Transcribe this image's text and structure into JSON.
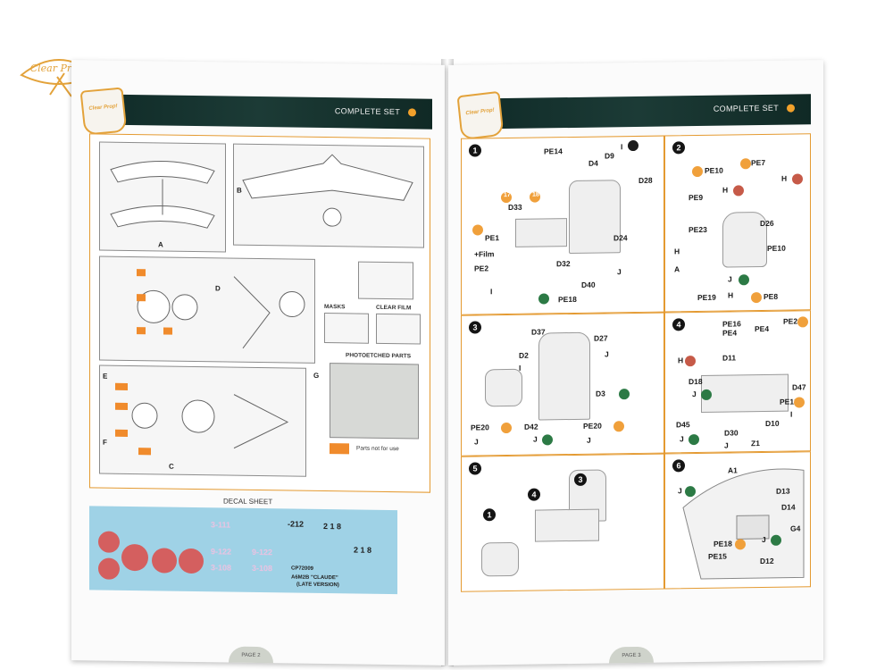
{
  "left_page": {
    "header_title": "COMPLETE SET",
    "sprue_letters": [
      "A",
      "B",
      "C",
      "D",
      "E",
      "F",
      "G"
    ],
    "masks_label": "MASKS",
    "clear_film_label": "CLEAR FILM",
    "photoetched_label": "PHOTOETCHED PARTS",
    "parts_note": "Parts not for use",
    "decal_label": "DECAL SHEET",
    "decal_texts": [
      "3-111",
      "9-122",
      "3-108",
      "9-122",
      "3-108",
      "2 1 8",
      "2 1 8",
      "-212",
      "CP72009",
      "A6M2B \"CLAUDE\"",
      "(LATE VERSION)"
    ],
    "page_number": "PAGE 2"
  },
  "right_page": {
    "header_title": "COMPLETE SET",
    "page_number": "PAGE 3",
    "steps": [
      {
        "num": "1",
        "labels": [
          "PE14",
          "D4",
          "D9",
          "I",
          "D28",
          "D33",
          "PE1",
          "+Film",
          "PE2",
          "D24",
          "D32",
          "D40",
          "PE18",
          "J",
          "I",
          "17",
          "18"
        ]
      },
      {
        "num": "2",
        "labels": [
          "PE7",
          "PE10",
          "H",
          "PE9",
          "H",
          "D26",
          "PE23",
          "H",
          "A",
          "PE10",
          "J",
          "PE19",
          "H",
          "PE8"
        ]
      },
      {
        "num": "3",
        "labels": [
          "D37",
          "D27",
          "D2",
          "J",
          "I",
          "D3",
          "PE20",
          "D42",
          "PE20",
          "J",
          "J",
          "J"
        ]
      },
      {
        "num": "4",
        "labels": [
          "PE16",
          "PE4",
          "PE4",
          "PE24",
          "D11",
          "D18",
          "J",
          "H",
          "D47",
          "PE12",
          "D45",
          "D30",
          "D10",
          "Z1",
          "J",
          "J",
          "I"
        ]
      },
      {
        "num": "5",
        "labels": [
          "3",
          "4",
          "1"
        ]
      },
      {
        "num": "6",
        "labels": [
          "A1",
          "J",
          "D13",
          "D14",
          "G4",
          "PE18",
          "PE15",
          "D12",
          "J"
        ]
      }
    ]
  },
  "colors": {
    "accent_orange": "#e49a31",
    "header_dark": "#1c3b36",
    "decal_blue": "#9fd2e6",
    "green_badge": "#2c7a45",
    "orange_badge": "#f0a03b",
    "red_badge": "#c65a48"
  }
}
